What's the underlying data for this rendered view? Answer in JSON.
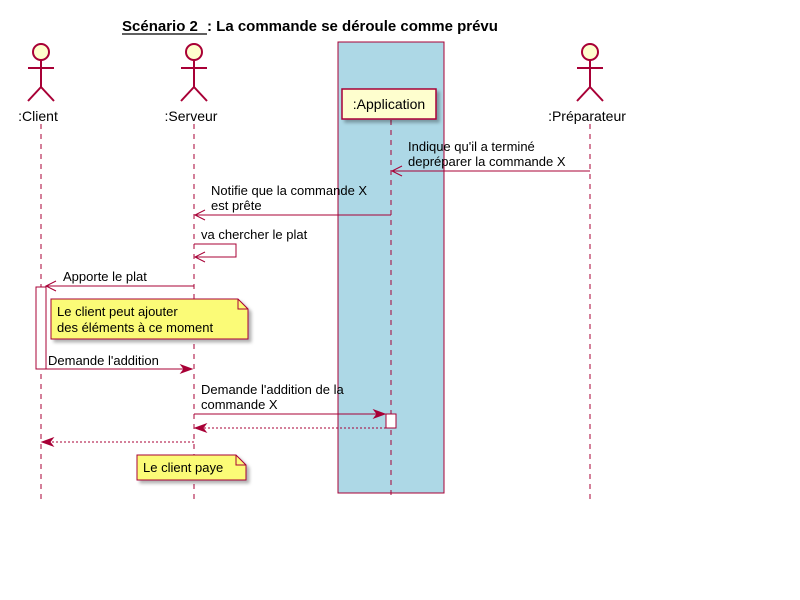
{
  "title": {
    "prefix": "Scénario 2",
    "rest": ": La commande se déroule comme prévu"
  },
  "participants": {
    "client": ":Client",
    "serveur": ":Serveur",
    "application": ":Application",
    "preparateur": ":Préparateur"
  },
  "messages": {
    "m1_line1": "Indique qu'il a terminé",
    "m1_line2": "depréparer la commande X",
    "m2_line1": "Notifie que la commande X",
    "m2_line2": "est prête",
    "m3": "va chercher le plat",
    "m4": "Apporte le plat",
    "m5": "Demande l'addition",
    "m6_line1": "Demande l'addition de la",
    "m6_line2": "commande X"
  },
  "notes": {
    "n1_line1": "Le client peut ajouter",
    "n1_line2": "des éléments à ce moment",
    "n2": "Le client paye"
  },
  "colors": {
    "line": "#A80036",
    "actor_fill": "#FEFECE",
    "box_fill": "#ADD8E6",
    "note_fill": "#FBFB77",
    "activation_fill": "#FFFFFF"
  }
}
